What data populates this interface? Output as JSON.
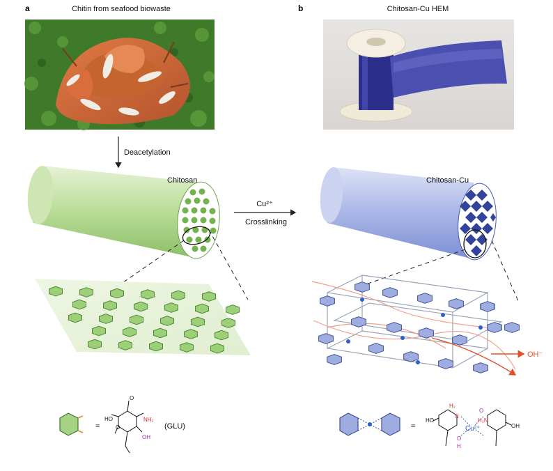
{
  "panel_a": {
    "letter": "a",
    "photo_caption": "Chitin from seafood biowaste",
    "step_label": "Deacetylation",
    "cylinder_label": "Chitosan",
    "monomer_abbrev": "(GLU)",
    "equals": "=",
    "atoms": {
      "nh2": "NH₂",
      "oh": "OH",
      "ho": "HO"
    }
  },
  "panel_b": {
    "letter": "b",
    "photo_caption": "Chitosan-Cu HEM",
    "cylinder_label": "Chitosan-Cu",
    "ion_label": "OH⁻",
    "equals": "=",
    "atoms": {
      "h2": "H₂",
      "n": "N",
      "cu": "Cu²⁺",
      "h2n": "H₂N",
      "o": "O",
      "h": "H",
      "ho": "HO",
      "oh": "OH"
    }
  },
  "arrow": {
    "top": "Cu²⁺",
    "bottom": "Crosslinking"
  },
  "colors": {
    "chitosan_green": "#8fc46a",
    "chitosan_edge": "#3a7a2a",
    "cu_blue": "#8f9fd8",
    "cu_edge": "#2f3f8f",
    "ion_red": "#e0522c",
    "nh2_red": "#d42a2a",
    "oh_purple": "#9a2aa8"
  }
}
